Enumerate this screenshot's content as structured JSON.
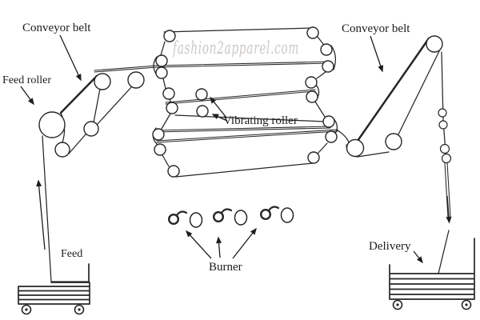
{
  "watermark": {
    "text": "fashion2apparel.com"
  },
  "labels": {
    "conveyor_belt_left": "Conveyor belt",
    "feed_roller": "Feed roller",
    "vibrating_roller": "Vibrating roller",
    "conveyor_belt_right": "Conveyor belt",
    "burner": "Burner",
    "feed": "Feed",
    "delivery": "Delivery"
  },
  "colors": {
    "ink": "#262626",
    "watermark": "#ccc8c5",
    "background": "#ffffff"
  }
}
